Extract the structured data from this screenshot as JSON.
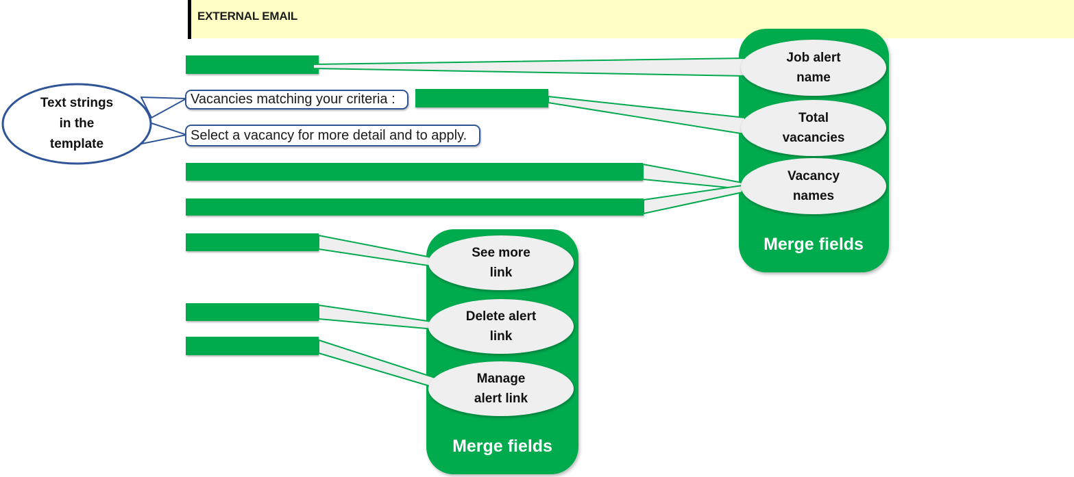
{
  "header": {
    "banner_label": "EXTERNAL EMAIL"
  },
  "colors": {
    "banner_yellow": "#FFFFC5",
    "green": "#00AB4E",
    "blue": "#2F5597",
    "ellipse_gray": "#EFEFEF"
  },
  "template_annotation": {
    "label": "Text strings\nin the\ntemplate"
  },
  "text_strings": [
    {
      "label": "Vacancies matching your criteria :"
    },
    {
      "label": "Select a vacancy for more detail and to apply."
    }
  ],
  "merge_fields_right": {
    "title": "Merge fields",
    "items": [
      {
        "label": "Job alert\nname"
      },
      {
        "label": "Total\nvacancies"
      },
      {
        "label": "Vacancy\nnames"
      }
    ]
  },
  "merge_fields_bottom": {
    "title": "Merge fields",
    "items": [
      {
        "label": "See more\nlink"
      },
      {
        "label": "Delete alert\nlink"
      },
      {
        "label": "Manage\nalert link"
      }
    ]
  }
}
